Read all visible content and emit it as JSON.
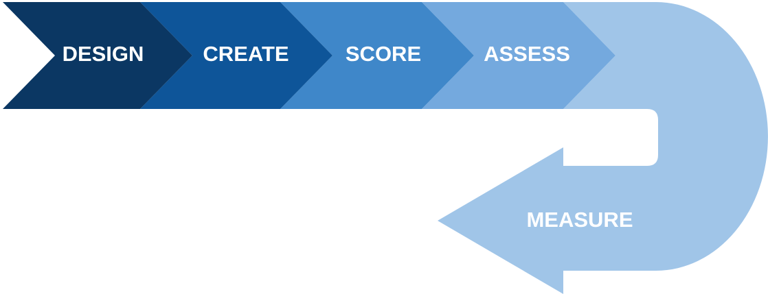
{
  "steps": [
    {
      "id": "design",
      "label": "DESIGN",
      "color": "#0b3763"
    },
    {
      "id": "create",
      "label": "CREATE",
      "color": "#0e5599"
    },
    {
      "id": "score",
      "label": "SCORE",
      "color": "#3f87c9"
    },
    {
      "id": "assess",
      "label": "ASSESS",
      "color": "#74a9de"
    },
    {
      "id": "measure",
      "label": "MEASURE",
      "color": "#a0c5e8"
    }
  ]
}
